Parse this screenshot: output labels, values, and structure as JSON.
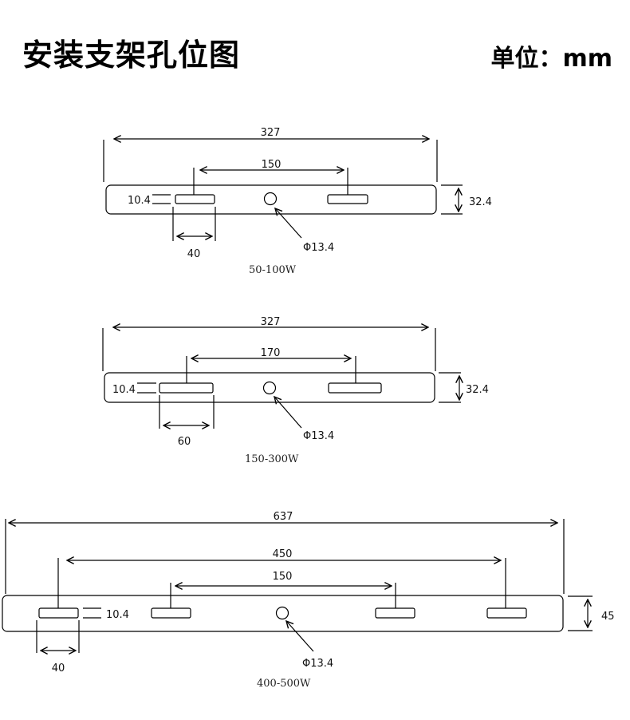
{
  "header": {
    "title": "安装支架孔位图",
    "unit": "单位：mm"
  },
  "diagrams": [
    {
      "caption": "50-100W",
      "overall_length": "327",
      "hole_spacing": "150",
      "slot_height": "10.4",
      "slot_length": "40",
      "height": "32.4",
      "center_hole": "Φ13.4"
    },
    {
      "caption": "150-300W",
      "overall_length": "327",
      "hole_spacing": "170",
      "slot_height": "10.4",
      "slot_length": "60",
      "height": "32.4",
      "center_hole": "Φ13.4"
    },
    {
      "caption": "400-500W",
      "overall_length": "637",
      "outer_hole_spacing": "450",
      "inner_hole_spacing": "150",
      "slot_height": "10.4",
      "slot_length": "40",
      "height": "45",
      "center_hole": "Φ13.4"
    }
  ]
}
